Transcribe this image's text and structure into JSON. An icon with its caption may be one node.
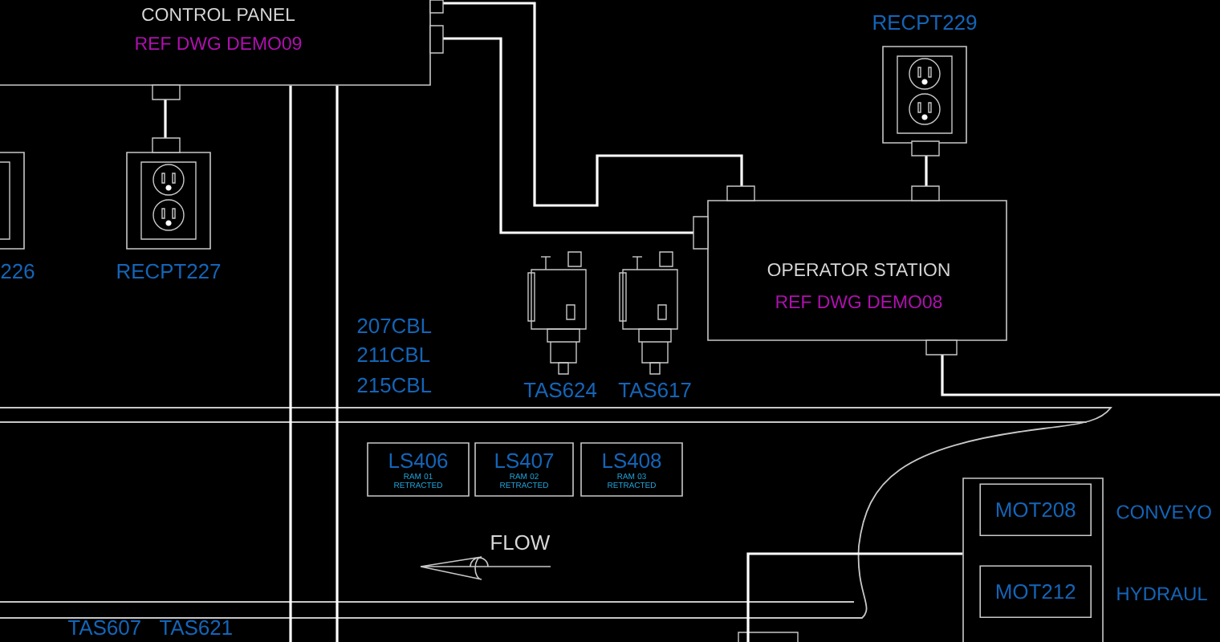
{
  "diagram": {
    "nodes": [
      {
        "text": [
          "CONTROL PANEL",
          "REF DWG DEMO09"
        ]
      },
      {
        "text": [
          "226"
        ]
      },
      {
        "text": [
          "RECPT227"
        ]
      },
      {
        "text": [
          "RECPT229"
        ]
      },
      {
        "text": [
          "OPERATOR STATION",
          "REF DWG DEMO08"
        ]
      },
      {
        "text": [
          "TAS624"
        ]
      },
      {
        "text": [
          "TAS617"
        ]
      },
      {
        "text": [
          "LS406",
          "RAM 01 RETRACTED"
        ]
      },
      {
        "text": [
          "LS407",
          "RAM 02 RETRACTED"
        ]
      },
      {
        "text": [
          "LS408",
          "RAM 03 RETRACTED"
        ]
      },
      {
        "text": [],
        "shape": "box"
      },
      {
        "text": [
          "MOT208"
        ],
        "in": 10,
        "beside": [
          "CONVEYO"
        ]
      },
      {
        "text": [
          "MOT212"
        ],
        "in": 10,
        "beside": [
          "HYDRAUL"
        ]
      }
    ],
    "edges": [
      {
        "from": 0,
        "to": 2,
        "arrow": "none"
      },
      {
        "from": 0,
        "to": 4,
        "arrow": "none"
      },
      {
        "from": 0,
        "to": 4,
        "arrow": "none"
      },
      {
        "from": 3,
        "to": 4,
        "arrow": "none"
      },
      {
        "from": 4,
        "to": null,
        "arrow": "none"
      },
      {
        "from": 10,
        "to": null,
        "arrow": "none"
      },
      {
        "from": 0,
        "to": null,
        "arrow": "none"
      },
      {
        "from": 0,
        "to": null,
        "arrow": "none"
      }
    ],
    "labels": [
      "207CBL",
      "211CBL",
      "215CBL",
      "FLOW",
      "TAS607",
      "TAS621"
    ]
  }
}
